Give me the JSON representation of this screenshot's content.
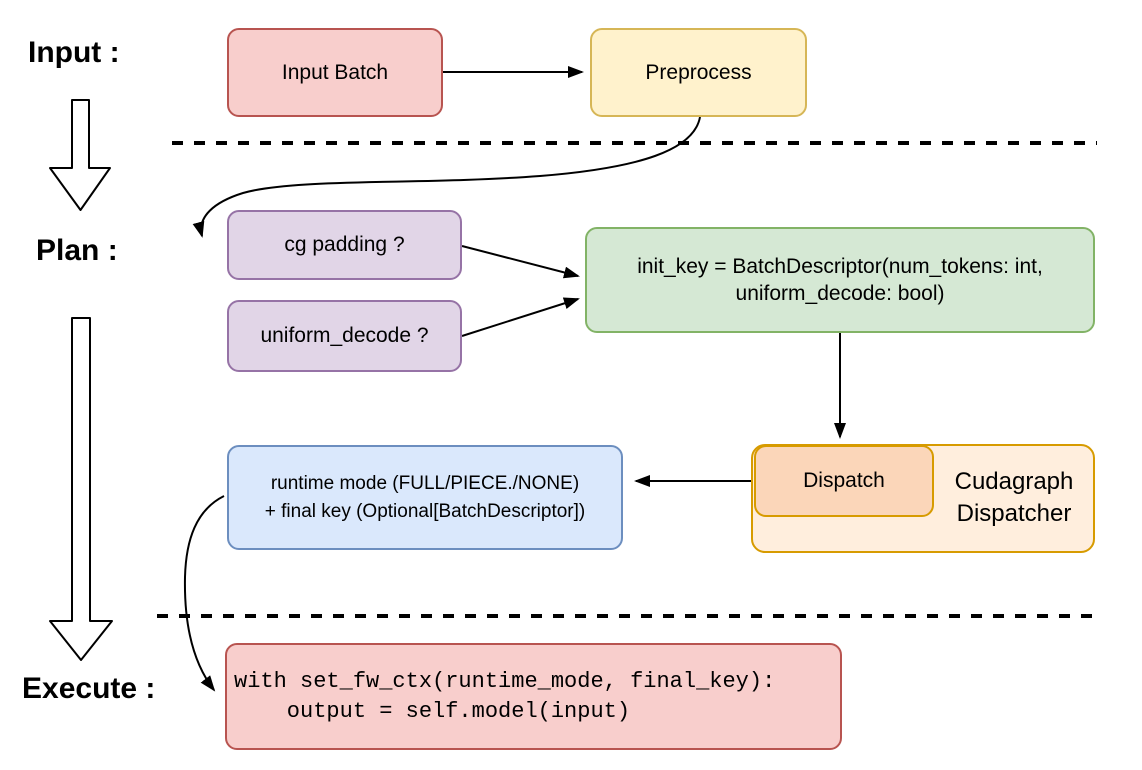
{
  "sections": {
    "input_label": "Input :",
    "plan_label": "Plan :",
    "execute_label": "Execute :"
  },
  "nodes": {
    "input_batch": {
      "label": "Input Batch",
      "fill": "#f8cecc",
      "stroke": "#b85450"
    },
    "preprocess": {
      "label": "Preprocess",
      "fill": "#fff2cc",
      "stroke": "#d6b656"
    },
    "cg_padding": {
      "label": "cg padding ?",
      "fill": "#e1d5e7",
      "stroke": "#9673a6"
    },
    "uniform_decode": {
      "label": "uniform_decode ?",
      "fill": "#e1d5e7",
      "stroke": "#9673a6"
    },
    "init_key": {
      "line1": "init_key = BatchDescriptor(num_tokens: int,",
      "line2": "uniform_decode: bool)",
      "fill": "#d5e8d4",
      "stroke": "#82b366"
    },
    "dispatch": {
      "label": "Dispatch",
      "fill": "#fbd6b9",
      "stroke": "#d79b00"
    },
    "cudagraph_dispatcher": {
      "line1": "Cudagraph",
      "line2": "Dispatcher",
      "fill": "#ffeedd",
      "stroke": "#d79b00"
    },
    "runtime_mode": {
      "line1": "runtime mode (FULL/PIECE./NONE)",
      "line2": "+ final key (Optional[BatchDescriptor])",
      "fill": "#dae8fc",
      "stroke": "#6c8ebf"
    },
    "execute_code": {
      "line1": "with set_fw_ctx(runtime_mode, final_key):",
      "line2": "    output = self.model(input)",
      "fill": "#f8cecc",
      "stroke": "#b85450"
    }
  },
  "connector_color": "#000000"
}
